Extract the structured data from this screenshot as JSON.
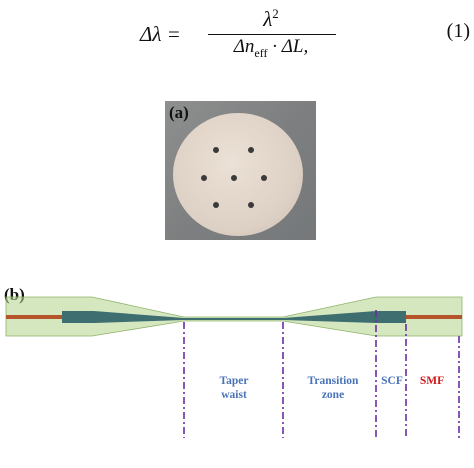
{
  "equation": {
    "lhs": "Δλ =",
    "numerator": "λ",
    "numerator_sup": "2",
    "denominator_pre": "Δn",
    "denominator_sub": "eff",
    "denominator_post": " · ΔL",
    "trailing": ",",
    "number": "(1)"
  },
  "panel_a": {
    "label": "(a)"
  },
  "panel_b": {
    "label": "(b)",
    "regions": {
      "taper_waist": [
        "Taper",
        "waist"
      ],
      "transition_zone": [
        "Transition",
        "zone"
      ],
      "scf": "SCF",
      "smf": "SMF"
    }
  },
  "colors": {
    "fiber_core": "#b5532a",
    "cladding": "#b3d48a",
    "taper_fill": "#3f6e70",
    "divider": "#6a2da3",
    "label_blue": "#4a73b8",
    "label_red": "#d01818"
  }
}
